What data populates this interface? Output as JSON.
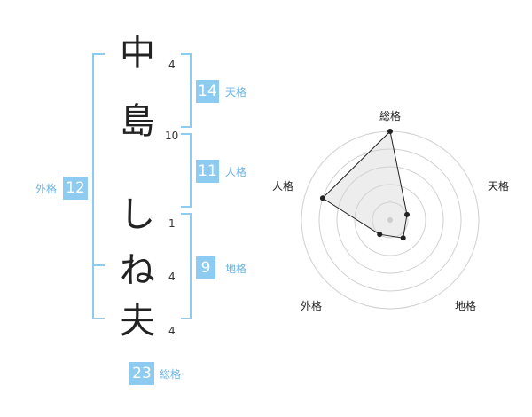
{
  "name": {
    "chars": [
      "中",
      "島",
      "し",
      "ね",
      "夫"
    ],
    "strokes": [
      "4",
      "10",
      "1",
      "4",
      "4"
    ]
  },
  "fortunes": {
    "tenkaku": {
      "value": "14",
      "label": "天格"
    },
    "jinkaku": {
      "value": "11",
      "label": "人格"
    },
    "chikaku": {
      "value": "9",
      "label": "地格"
    },
    "gaikaku": {
      "value": "12",
      "label": "外格"
    },
    "soukaku": {
      "value": "23",
      "label": "総格"
    }
  },
  "chart_data": {
    "type": "radar",
    "axes": [
      "総格",
      "天格",
      "地格",
      "外格",
      "人格"
    ],
    "values": [
      1.0,
      0.2,
      0.25,
      0.2,
      0.8
    ],
    "range": [
      0,
      1
    ]
  }
}
